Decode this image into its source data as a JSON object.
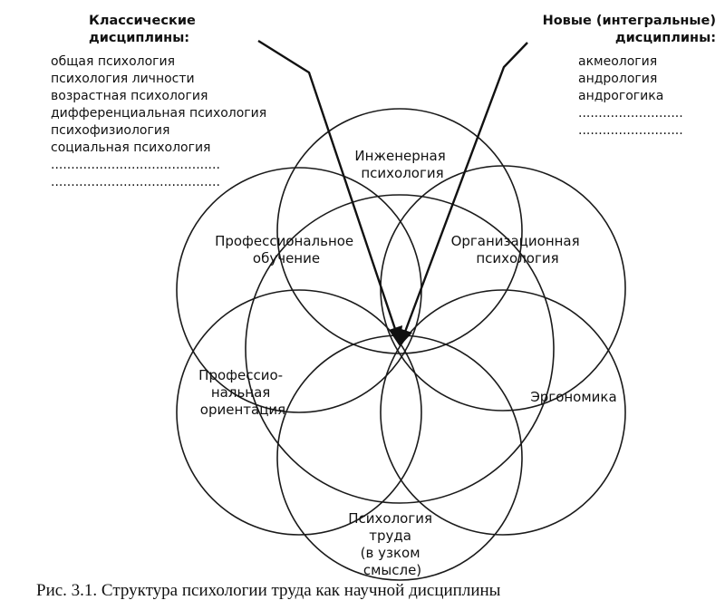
{
  "classic_disciplines": {
    "title_line1": "Классические",
    "title_line2": "дисциплины:",
    "items": [
      "общая психология",
      "психология личности",
      "возрастная психология",
      "дифференциальная психология",
      "психофизиология",
      "социальная психология",
      "..........................................",
      ".........................................."
    ]
  },
  "new_disciplines": {
    "title_line1": "Новые (интегральные)",
    "title_line2": "дисциплины:",
    "items": [
      "акмеология",
      "андрология",
      "андрогогика",
      "..........................",
      ".........................."
    ]
  },
  "circles": {
    "engineering": [
      "Инженерная",
      "психология"
    ],
    "professional_training": [
      "Профессиональное",
      "обучение"
    ],
    "organizational": [
      "Организационная",
      "психология"
    ],
    "professional_orientation": [
      "Профессио-",
      "нальная",
      "ориентация"
    ],
    "ergonomics": [
      "Эргономика"
    ],
    "labor_psychology": [
      "Психология",
      "труда",
      "(в узком",
      "смысле)"
    ]
  },
  "caption": "Рис. 3.1. Структура психологии труда как научной дисциплины"
}
